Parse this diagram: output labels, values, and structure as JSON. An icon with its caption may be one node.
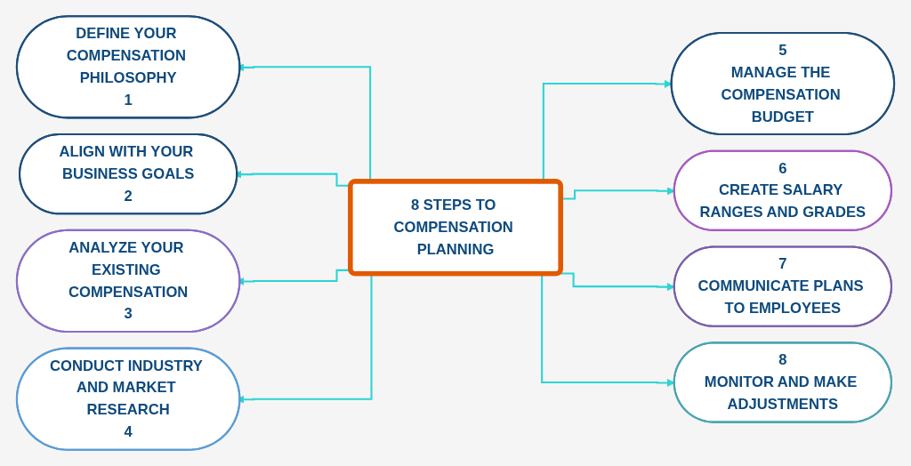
{
  "diagram": {
    "nodes": [
      {
        "text": [
          "8 STEPS TO COMPENSATION PLANNING"
        ]
      },
      {
        "text": [
          "DEFINE YOUR COMPENSATION PHILOSOPHY",
          "1"
        ]
      },
      {
        "text": [
          "ALIGN WITH YOUR BUSINESS GOALS",
          "2"
        ]
      },
      {
        "text": [
          "ANALYZE YOUR EXISTING COMPENSATION",
          "3"
        ]
      },
      {
        "text": [
          "CONDUCT INDUSTRY AND MARKET RESEARCH",
          "4"
        ]
      },
      {
        "text": [
          "5",
          "MANAGE THE COMPENSATION BUDGET"
        ]
      },
      {
        "text": [
          "6",
          "CREATE SALARY RANGES AND GRADES"
        ]
      },
      {
        "text": [
          "7",
          "COMMUNICATE PLANS TO EMPLOYEES"
        ]
      },
      {
        "text": [
          "8",
          "MONITOR AND MAKE ADJUSTMENTS"
        ]
      }
    ],
    "edges": [
      {
        "from": 0,
        "to": 1,
        "arrow": "to"
      },
      {
        "from": 0,
        "to": 2,
        "arrow": "to"
      },
      {
        "from": 0,
        "to": 3,
        "arrow": "to"
      },
      {
        "from": 0,
        "to": 4,
        "arrow": "to"
      },
      {
        "from": 0,
        "to": 5,
        "arrow": "to"
      },
      {
        "from": 0,
        "to": 6,
        "arrow": "to"
      },
      {
        "from": 0,
        "to": 7,
        "arrow": "to"
      },
      {
        "from": 0,
        "to": 8,
        "arrow": "to"
      }
    ]
  }
}
